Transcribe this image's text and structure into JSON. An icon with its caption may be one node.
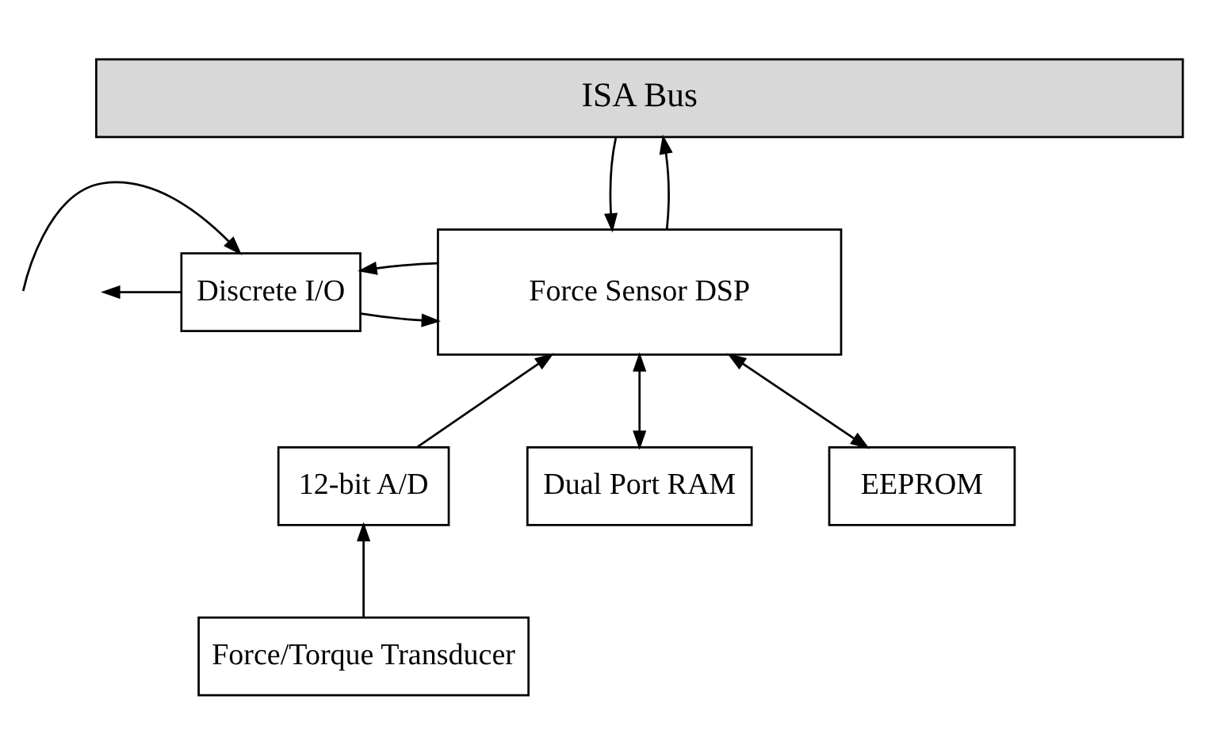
{
  "diagram": {
    "nodes": [
      {
        "text": [
          "ISA Bus"
        ]
      },
      {
        "text": [
          "Discrete I/O"
        ]
      },
      {
        "text": [
          "Force Sensor DSP"
        ]
      },
      {
        "text": [
          "12-bit A/D"
        ]
      },
      {
        "text": [
          "Dual Port RAM"
        ]
      },
      {
        "text": [
          "EEPROM"
        ]
      },
      {
        "text": [
          "Force/Torque Transducer"
        ]
      }
    ],
    "edges": [
      {
        "from": 0,
        "to": 2,
        "arrow": "to"
      },
      {
        "from": 2,
        "to": 0,
        "arrow": "to"
      },
      {
        "from": null,
        "to": 1,
        "arrow": "to"
      },
      {
        "from": 1,
        "to": null,
        "arrow": "to"
      },
      {
        "from": 1,
        "to": 2,
        "arrow": "to"
      },
      {
        "from": 2,
        "to": 1,
        "arrow": "to"
      },
      {
        "from": 3,
        "to": 2,
        "arrow": "to"
      },
      {
        "from": 2,
        "to": 4,
        "arrow": "both"
      },
      {
        "from": 2,
        "to": 5,
        "arrow": "both"
      },
      {
        "from": 6,
        "to": 3,
        "arrow": "to"
      }
    ]
  }
}
